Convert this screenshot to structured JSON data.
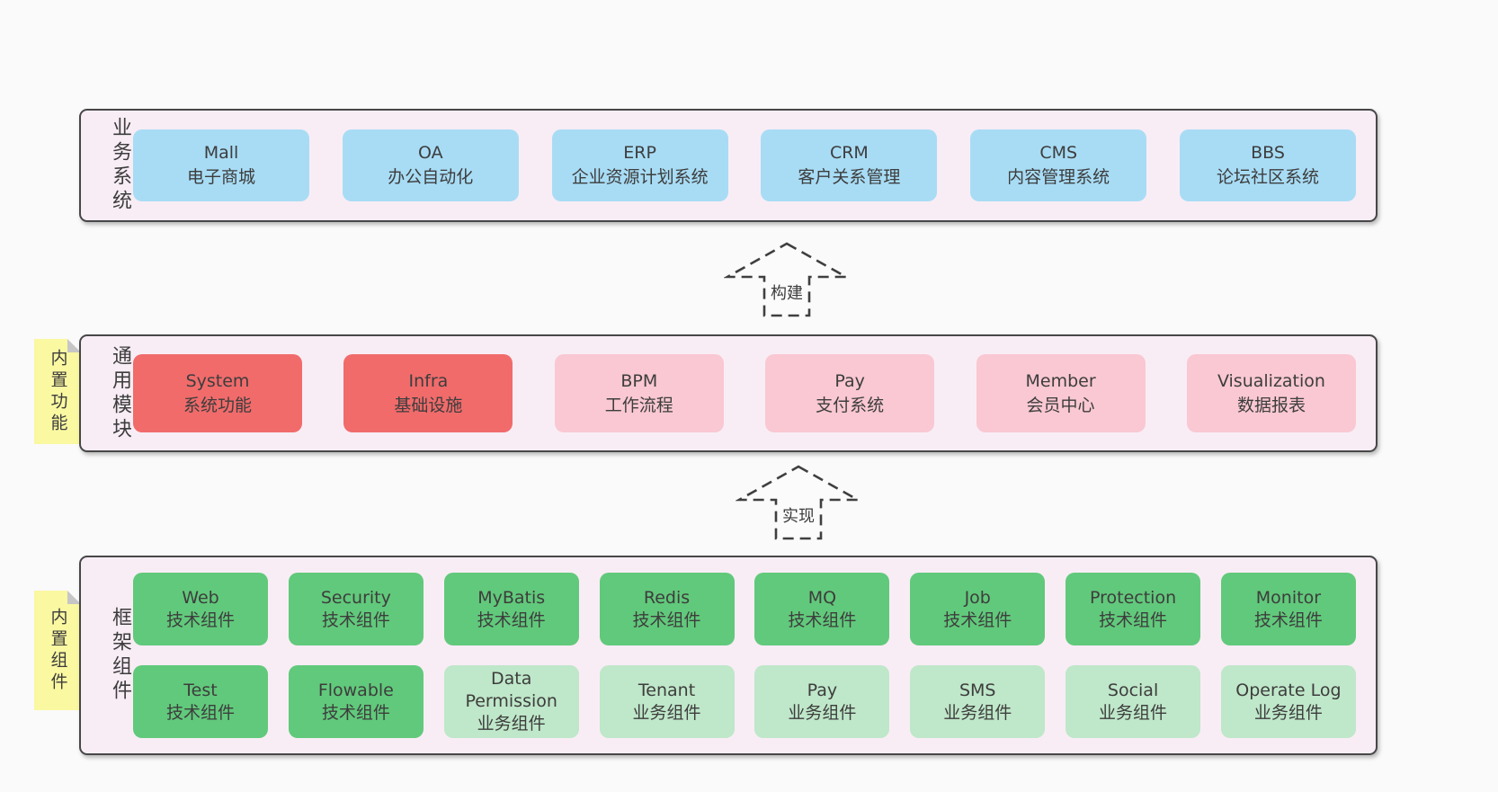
{
  "business": {
    "side_label": "业务系统",
    "boxes": [
      {
        "title": "Mall",
        "subtitle": "电子商城"
      },
      {
        "title": "OA",
        "subtitle": "办公自动化"
      },
      {
        "title": "ERP",
        "subtitle": "企业资源计划系统"
      },
      {
        "title": "CRM",
        "subtitle": "客户关系管理"
      },
      {
        "title": "CMS",
        "subtitle": "内容管理系统"
      },
      {
        "title": "BBS",
        "subtitle": "论坛社区系统"
      }
    ]
  },
  "arrows": {
    "build": "构建",
    "implement": "实现"
  },
  "modules": {
    "side_label": "通用模块",
    "sticky_label": "内置功能",
    "boxes": [
      {
        "title": "System",
        "subtitle": "系统功能"
      },
      {
        "title": "Infra",
        "subtitle": "基础设施"
      },
      {
        "title": "BPM",
        "subtitle": "工作流程"
      },
      {
        "title": "Pay",
        "subtitle": "支付系统"
      },
      {
        "title": "Member",
        "subtitle": "会员中心"
      },
      {
        "title": "Visualization",
        "subtitle": "数据报表"
      }
    ]
  },
  "components": {
    "side_label": "框架组件",
    "sticky_label": "内置组件",
    "row1": [
      {
        "title": "Web",
        "subtitle": "技术组件"
      },
      {
        "title": "Security",
        "subtitle": "技术组件"
      },
      {
        "title": "MyBatis",
        "subtitle": "技术组件"
      },
      {
        "title": "Redis",
        "subtitle": "技术组件"
      },
      {
        "title": "MQ",
        "subtitle": "技术组件"
      },
      {
        "title": "Job",
        "subtitle": "技术组件"
      },
      {
        "title": "Protection",
        "subtitle": "技术组件"
      },
      {
        "title": "Monitor",
        "subtitle": "技术组件"
      }
    ],
    "row2": [
      {
        "title": "Test",
        "subtitle": "技术组件"
      },
      {
        "title": "Flowable",
        "subtitle": "技术组件"
      },
      {
        "title": "Data Permission",
        "subtitle": "业务组件"
      },
      {
        "title": "Tenant",
        "subtitle": "业务组件"
      },
      {
        "title": "Pay",
        "subtitle": "业务组件"
      },
      {
        "title": "SMS",
        "subtitle": "业务组件"
      },
      {
        "title": "Social",
        "subtitle": "业务组件"
      },
      {
        "title": "Operate Log",
        "subtitle": "业务组件"
      }
    ]
  },
  "colors": {
    "panel_bg": "#f8edf5",
    "panel_border": "#474747",
    "business_box": "#a8dcf5",
    "emphasis_box": "#f16b6b",
    "module_box": "#f9c8d2",
    "tech_box": "#61c97b",
    "biz_box": "#bfe7c9",
    "sticky_note": "#faf8a1",
    "text": "#3d3d3d"
  }
}
